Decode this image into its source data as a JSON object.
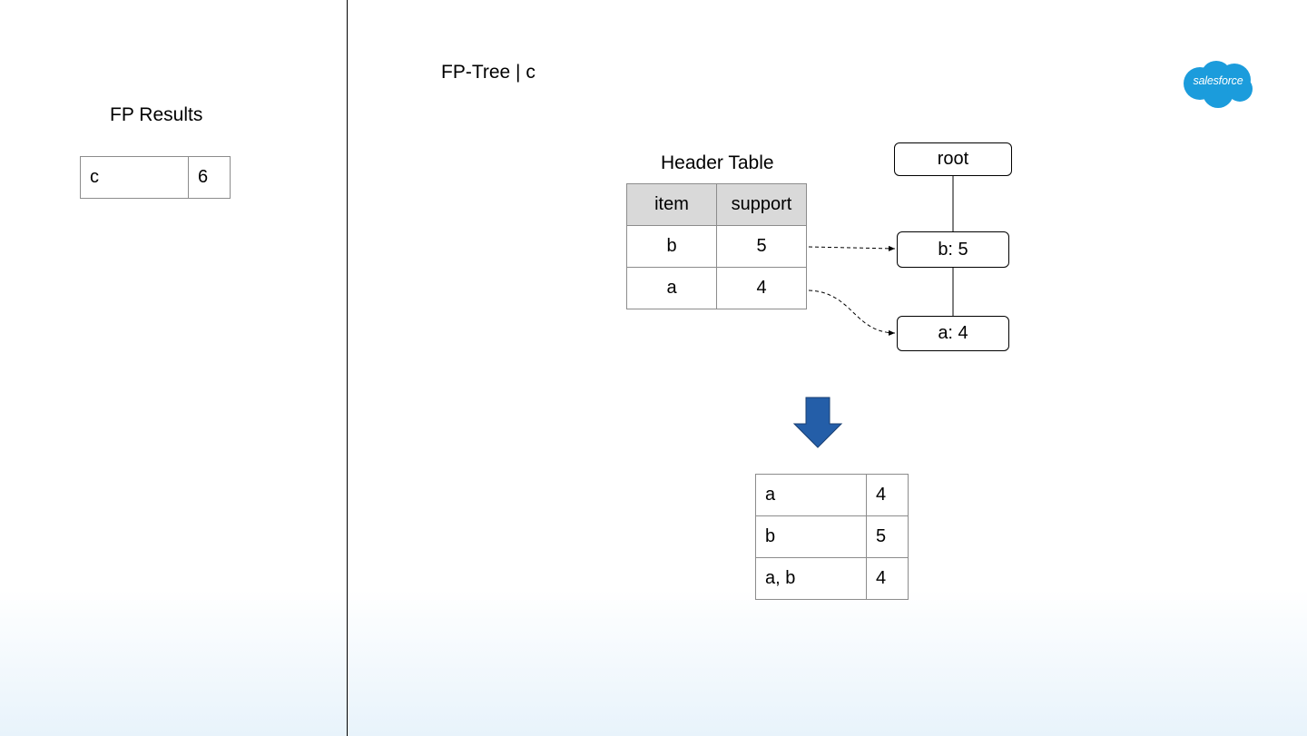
{
  "left_panel": {
    "title": "FP Results",
    "results": [
      {
        "item": "c",
        "support": "6"
      }
    ]
  },
  "main": {
    "title": "FP-Tree | c",
    "header_table": {
      "caption": "Header Table",
      "columns": [
        "item",
        "support"
      ],
      "rows": [
        {
          "item": "b",
          "support": "5"
        },
        {
          "item": "a",
          "support": "4"
        }
      ]
    },
    "tree": {
      "root": "root",
      "nodes": [
        "b: 5",
        "a: 4"
      ]
    },
    "conditional_patterns": [
      {
        "items": "a",
        "support": "4"
      },
      {
        "items": "b",
        "support": "5"
      },
      {
        "items": "a, b",
        "support": "4"
      }
    ],
    "arrow_color": "#245ea8"
  },
  "logo": {
    "text": "salesforce",
    "color": "#1b9cdc"
  }
}
